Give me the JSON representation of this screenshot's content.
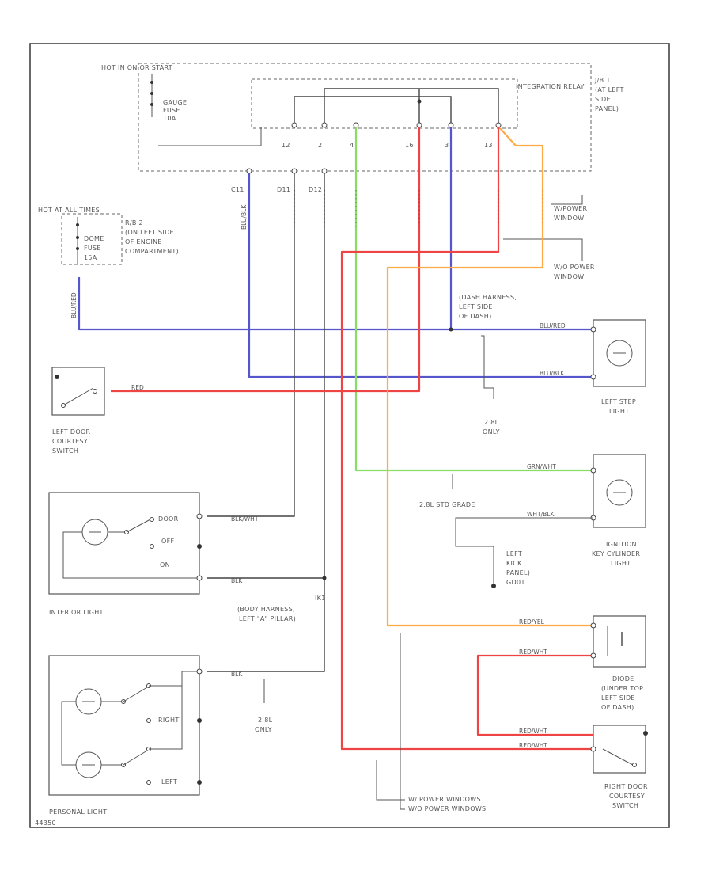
{
  "colors": {
    "blue": "#5555cc",
    "red": "#ee4444",
    "green": "#88dd66",
    "orange": "#ffaa44",
    "black": "#444444"
  },
  "labels": {
    "hot_in_run": "HOT IN ON OR START",
    "gauge_fuse": [
      "GAUGE",
      "FUSE",
      "10A"
    ],
    "integration_relay": "INTEGRATION RELAY",
    "jb1": [
      "J/B 1",
      "(AT LEFT",
      "SIDE",
      "PANEL)"
    ],
    "hot_at_all_times": "HOT AT ALL TIMES",
    "jb2": [
      "R/B 2",
      "(ON LEFT SIDE",
      "OF ENGINE",
      "COMPARTMENT)"
    ],
    "dome_fuse": [
      "DOME",
      "FUSE",
      "15A"
    ],
    "w_power_window": [
      "W/POWER",
      "WINDOW"
    ],
    "wo_power_window": [
      "W/O POWER",
      "WINDOW"
    ],
    "dash_harness": [
      "(DASH HARNESS,",
      "LEFT SIDE",
      "OF DASH)"
    ],
    "left_step_light": [
      "LEFT STEP",
      "LIGHT"
    ],
    "left_door_courtesy": [
      "LEFT DOOR",
      "COURTESY",
      "SWITCH"
    ],
    "only_28l_a": [
      "2.8L",
      "ONLY"
    ],
    "only_28l_b": [
      "2.8L",
      "ONLY"
    ],
    "grade_28l": "2.8L STD GRADE",
    "ignition_key": [
      "IGNITION",
      "KEY CYLINDER",
      "LIGHT"
    ],
    "left_kick": [
      "LEFT",
      "KICK",
      "PANEL)",
      "GD01"
    ],
    "interior_light": "INTERIOR LIGHT",
    "body_harness": [
      "IK1",
      "(BODY HARNESS,",
      "LEFT \"A\" PILLAR)"
    ],
    "diode": [
      "DIODE",
      "(UNDER TOP",
      "LEFT SIDE",
      "OF DASH)"
    ],
    "personal_light": "PERSONAL LIGHT",
    "right_door_courtesy": [
      "RIGHT DOOR",
      "COURTESY",
      "SWITCH"
    ],
    "power_windows": [
      "W/ POWER WINDOWS",
      "W/O POWER WINDOWS"
    ],
    "switch_door": "DOOR",
    "switch_off": "OFF",
    "switch_on": "ON",
    "switch_right": "RIGHT",
    "switch_left": "LEFT",
    "footer_code": "44350"
  },
  "wire_labels": {
    "blu_red_a": "BLU/RED",
    "blu_red_b": "BLU/RED",
    "blu_blk_a": "BLU/BLK",
    "blu_blk_b": "BLU/BLK",
    "red": "RED",
    "blk_wht": "BLK/WHT",
    "blk": "BLK",
    "grn_wht": "GRN/WHT",
    "wht_blk": "WHT/BLK",
    "red_yel": "RED/YEL",
    "red_wht_a": "RED/WHT",
    "red_wht_b": "RED/WHT",
    "red_wht_c": "RED/WHT",
    "blk_b": "BLK"
  },
  "pins": {
    "p12": "12",
    "p2": "2",
    "p4": "4",
    "p16": "16",
    "p3": "3",
    "p13": "13",
    "c11": "C11",
    "d11": "D11",
    "d12": "D12"
  }
}
